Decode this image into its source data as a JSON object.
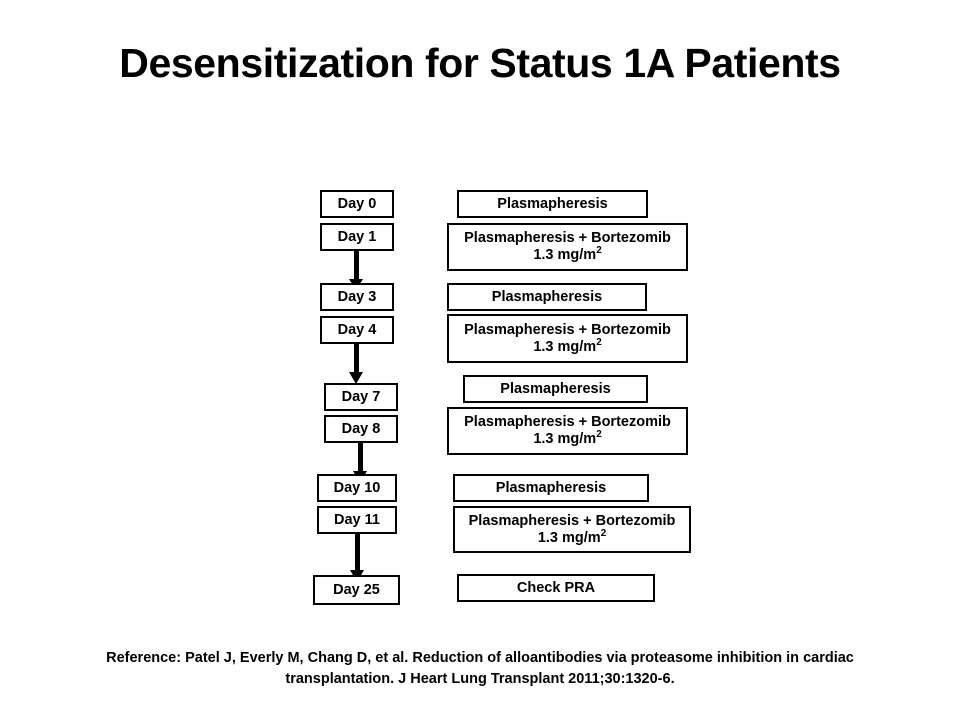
{
  "slide": {
    "title": "Desensitization for Status 1A Patients",
    "reference": "Reference: Patel J, Everly M, Chang D, et al. Reduction of alloantibodies via proteasome inhibition in cardiac transplantation. J Heart Lung Transplant 2011;30:1320-6."
  },
  "flow": {
    "day_boxes": [
      {
        "label": "Day 0"
      },
      {
        "label": "Day 1"
      },
      {
        "label": "Day 3"
      },
      {
        "label": "Day 4"
      },
      {
        "label": "Day 7"
      },
      {
        "label": "Day 8"
      },
      {
        "label": "Day 10"
      },
      {
        "label": "Day 11"
      },
      {
        "label": "Day 25"
      }
    ],
    "treatment_boxes": [
      {
        "line1": "Plasmapheresis",
        "line2": ""
      },
      {
        "line1": "Plasmapheresis + Bortezomib",
        "line2": "1.3 mg/m",
        "sup": "2"
      },
      {
        "line1": "Plasmapheresis",
        "line2": ""
      },
      {
        "line1": "Plasmapheresis + Bortezomib",
        "line2": "1.3 mg/m",
        "sup": "2"
      },
      {
        "line1": "Plasmapheresis",
        "line2": ""
      },
      {
        "line1": "Plasmapheresis + Bortezomib",
        "line2": "1.3 mg/m",
        "sup": "2"
      },
      {
        "line1": "Plasmapheresis",
        "line2": ""
      },
      {
        "line1": "Plasmapheresis + Bortezomib",
        "line2": "1.3 mg/m",
        "sup": "2"
      },
      {
        "line1": "Check PRA",
        "line2": ""
      }
    ],
    "arrow_count": 4
  },
  "colors": {
    "background": "#ffffff",
    "line": "#000000",
    "text": "#000000"
  }
}
